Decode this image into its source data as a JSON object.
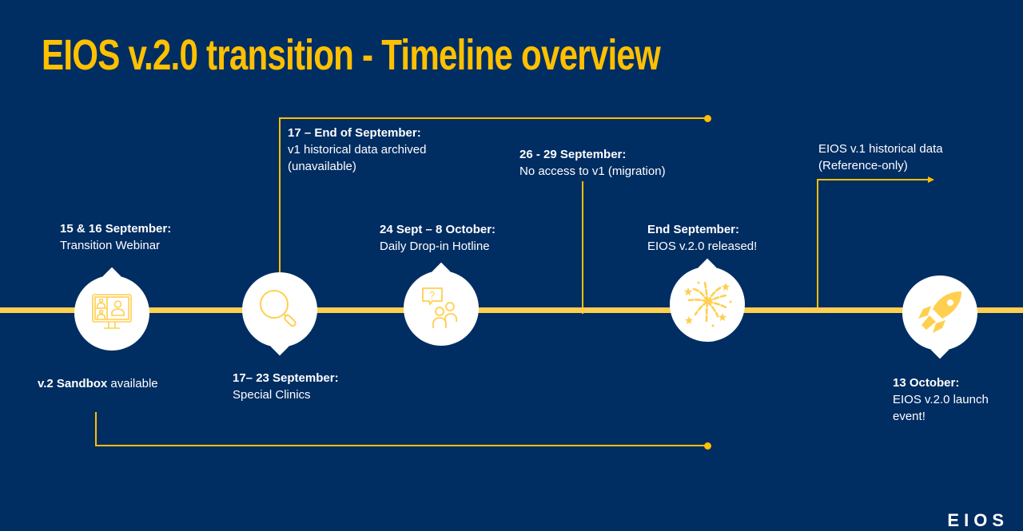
{
  "title": "EIOS v.2.0 transition - Timeline overview",
  "colors": {
    "background": "#002D62",
    "accent": "#FFC000",
    "timeline": "#FFCF4F",
    "text": "#FFFFFF"
  },
  "milestones": [
    {
      "icon": "video-conference-icon",
      "date": "15 & 16 September:",
      "description": "Transition Webinar",
      "pointer": "up"
    },
    {
      "icon": "magnifying-glass-icon",
      "date": "17– 23 September:",
      "description": "Special Clinics",
      "pointer": "down"
    },
    {
      "icon": "people-question-icon",
      "date": "24 Sept – 8 October:",
      "description": "Daily Drop-in Hotline",
      "pointer": "up"
    },
    {
      "icon": "fireworks-icon",
      "date": "End September:",
      "description": "EIOS v.2.0 released!",
      "pointer": "up"
    },
    {
      "icon": "rocket-icon",
      "date": "13 October:",
      "description_line1": "EIOS v.2.0 launch",
      "description_line2": "event!",
      "pointer": "down"
    }
  ],
  "periods": {
    "archive": {
      "date": "17 – End of September:",
      "line1": "v1 historical data archived",
      "line2": "(unavailable)"
    },
    "migration": {
      "date": "26 - 29 September:",
      "description": "No access to v1 (migration)"
    },
    "reference": {
      "line1": "EIOS v.1 historical data",
      "line2": "(Reference-only)"
    },
    "sandbox": {
      "bold": "v.2 Sandbox",
      "rest": " available"
    }
  },
  "logo_peek": "EIOS"
}
